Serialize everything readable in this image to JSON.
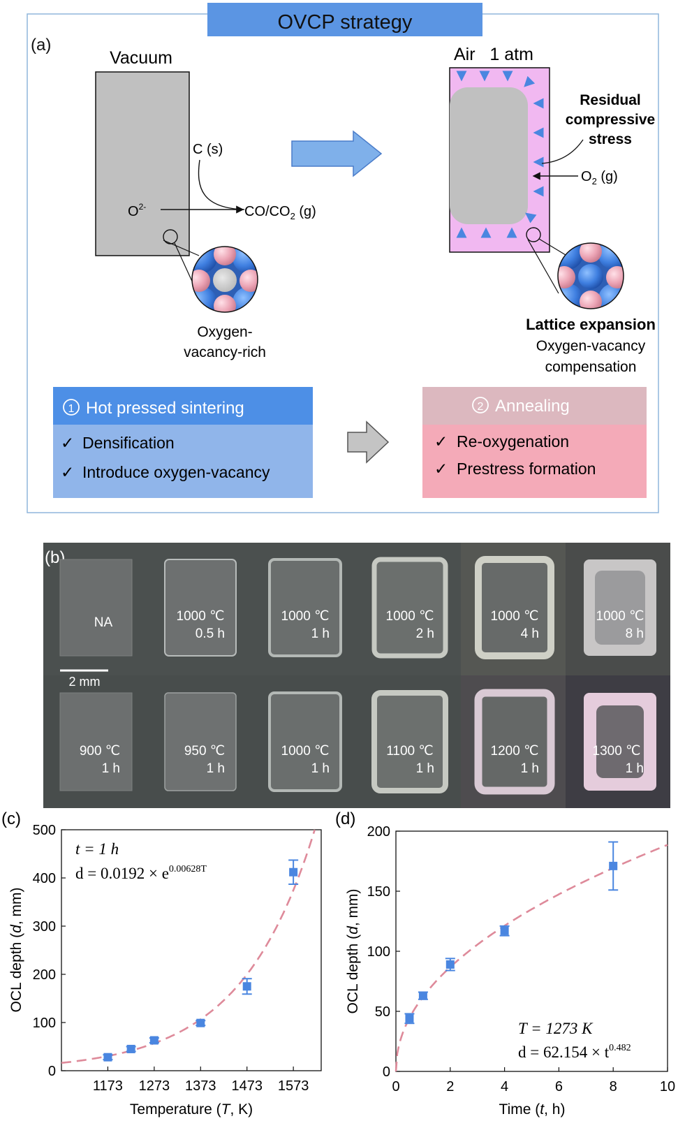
{
  "panel_a": {
    "title": "OVCP strategy",
    "label": "(a)",
    "vacuum": "Vacuum",
    "carbon": "C (s)",
    "oxygen_ion": "O",
    "oxygen_ion_sup": "2-",
    "gas_product_main": "CO/CO",
    "gas_product_sub": "2",
    "gas_product_tail": " (g)",
    "vacancy_line1": "Oxygen-",
    "vacancy_line2": "vacancy-rich",
    "air": "Air   1 atm",
    "stress_line1": "Residual",
    "stress_line2": "compressive",
    "stress_line3": "stress",
    "o2_main": "O",
    "o2_sub": "2",
    "o2_tail": " (g)",
    "expansion": "Lattice expansion",
    "compensation_line1": "Oxygen-vacancy",
    "compensation_line2": "compensation",
    "step1_title": "Hot pressed sintering",
    "step1_num": "1",
    "step1_items": [
      "Densification",
      "Introduce oxygen-vacancy"
    ],
    "step2_title": "Annealing",
    "step2_num": "2",
    "step2_items": [
      "Re-oxygenation",
      "Prestress formation"
    ],
    "check": "✓"
  },
  "panel_b": {
    "label": "(b)",
    "scale_bar": "2 mm",
    "samples_top": [
      {
        "line1": "NA",
        "line2": ""
      },
      {
        "line1": "1000 ℃",
        "line2": "0.5 h"
      },
      {
        "line1": "1000 ℃",
        "line2": "1 h"
      },
      {
        "line1": "1000 ℃",
        "line2": "2 h"
      },
      {
        "line1": "1000 ℃",
        "line2": "4 h"
      },
      {
        "line1": "1000 ℃",
        "line2": "8 h"
      }
    ],
    "samples_bottom": [
      {
        "line1": "900 ℃",
        "line2": "1 h"
      },
      {
        "line1": "950 ℃",
        "line2": "1 h"
      },
      {
        "line1": "1000 ℃",
        "line2": "1 h"
      },
      {
        "line1": "1100 ℃",
        "line2": "1 h"
      },
      {
        "line1": "1200 ℃",
        "line2": "1 h"
      },
      {
        "line1": "1300 ℃",
        "line2": "1 h"
      }
    ]
  },
  "chart_data": [
    {
      "panel": "(c)",
      "type": "scatter",
      "xlabel": "Temperature (T, K)",
      "xlabel_parts": [
        "Temperature (",
        "T",
        ", K)"
      ],
      "ylabel": "OCL depth (d, mm)",
      "ylabel_parts": [
        "OCL depth (",
        "d",
        ", mm)"
      ],
      "xlim": [
        1073,
        1633
      ],
      "ylim": [
        0,
        500
      ],
      "xticks": [
        1173,
        1273,
        1373,
        1473,
        1573
      ],
      "yticks": [
        0,
        100,
        200,
        300,
        400,
        500
      ],
      "x": [
        1173,
        1223,
        1273,
        1373,
        1473,
        1573
      ],
      "y": [
        28,
        45,
        63,
        99,
        175,
        412
      ],
      "yerr": [
        5,
        5,
        5,
        5,
        16,
        25
      ],
      "fit": {
        "kind": "exponential",
        "a": 0.0192,
        "b": 0.00628
      },
      "annotation_line1": "t = 1 h",
      "annotation_line2": "d = 0.0192 × e",
      "annotation_sup": "0.00628T",
      "colors": {
        "points": "#4a86e0",
        "fit": "#de8a9a"
      }
    },
    {
      "panel": "(d)",
      "type": "scatter",
      "xlabel": "Time (t, h)",
      "xlabel_parts": [
        "Time (",
        "t",
        ", h)"
      ],
      "ylabel": "OCL depth (d, mm)",
      "ylabel_parts": [
        "OCL depth (",
        "d",
        ", mm)"
      ],
      "xlim": [
        0,
        10
      ],
      "ylim": [
        0,
        200
      ],
      "xticks": [
        0,
        2,
        4,
        6,
        8,
        10
      ],
      "yticks": [
        0,
        50,
        100,
        150,
        200
      ],
      "x": [
        0.5,
        1,
        2,
        4,
        8
      ],
      "y": [
        44,
        63,
        89,
        117,
        171
      ],
      "yerr": [
        4,
        3,
        5,
        4,
        20
      ],
      "fit": {
        "kind": "power",
        "a": 62.154,
        "b": 0.482
      },
      "annotation_line1": "T = 1273 K",
      "annotation_line2": "d = 62.154 × t",
      "annotation_sup": "0.482",
      "colors": {
        "points": "#4a86e0",
        "fit": "#de8a9a"
      }
    }
  ]
}
